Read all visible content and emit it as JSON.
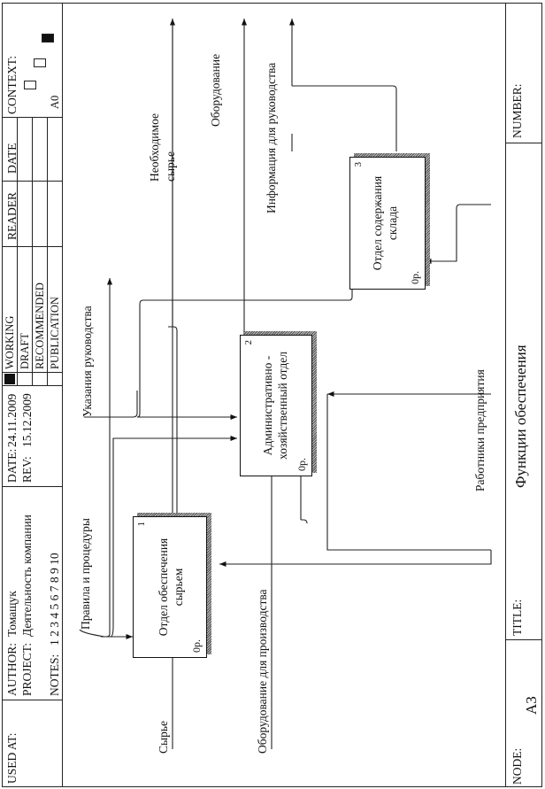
{
  "header": {
    "used_at": "USED AT:",
    "author_label": "AUTHOR:",
    "author": "Томащук",
    "project_label": "PROJECT:",
    "project": "Деятельность компании",
    "date_label": "DATE:",
    "date": "24.11.2009",
    "rev_label": "REV:",
    "rev": "15.12.2009",
    "notes_label": "NOTES:",
    "notes": "1  2  3  4  5  6  7  8  9  10",
    "status": [
      "WORKING",
      "DRAFT",
      "RECOMMENDED",
      "PUBLICATION"
    ],
    "reader": "READER",
    "date_col": "DATE",
    "context": "CONTEXT:",
    "context_node": "A0"
  },
  "footer": {
    "node_label": "NODE:",
    "node": "A3",
    "title_label": "TITLE:",
    "title": "Функции обеспечения",
    "number_label": "NUMBER:"
  },
  "boxes": [
    {
      "label1": "Отдел обеспечения",
      "label2": "сырьем",
      "number": "1",
      "cost": "0р."
    },
    {
      "label1": "Административно -",
      "label2": "хозяйственный отдел",
      "number": "2",
      "cost": "0р."
    },
    {
      "label1": "Отдел содержания",
      "label2": "склада",
      "number": "3",
      "cost": "0р."
    }
  ],
  "arrows": {
    "syrye": "Сырье",
    "oborud_proizv": "Оборудование для производства",
    "pravila": "Правила и процедуры",
    "ukazaniya": "Указания руководства",
    "rabotniki": "Работники предприятия",
    "neobh1": "Необходимое",
    "neobh2": "сырье",
    "oborudovanie": "Оборудование",
    "info": "Информация для руководства"
  }
}
